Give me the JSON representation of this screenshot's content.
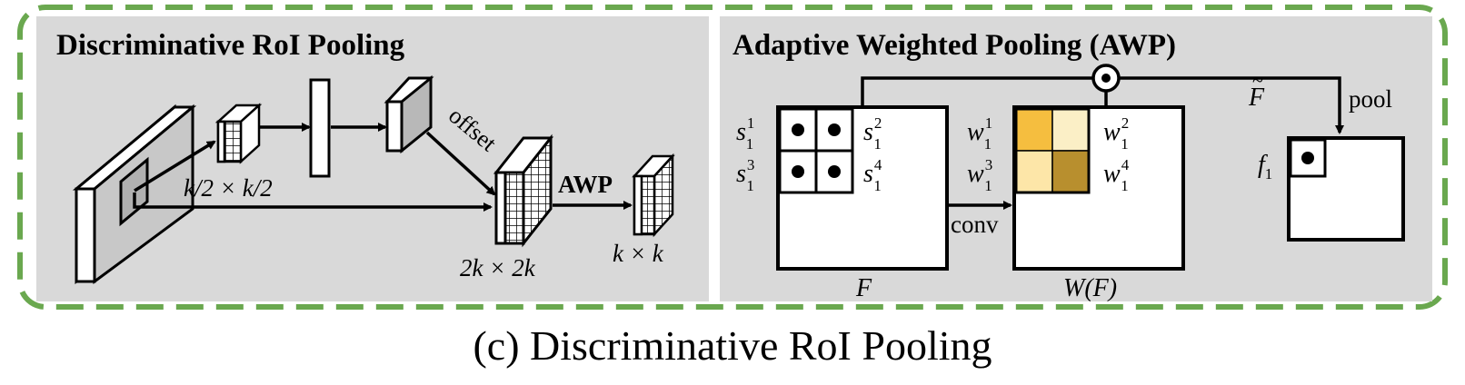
{
  "caption": "(c) Discriminative RoI Pooling",
  "left_panel": {
    "title": "Discriminative RoI Pooling",
    "label_small": "k/2 × k/2",
    "label_offset": "offset",
    "label_mid": "2k × 2k",
    "label_awp": "AWP",
    "label_out": "k × k"
  },
  "right_panel": {
    "title": "Adaptive Weighted Pooling (AWP)",
    "s_labels": [
      {
        "base": "s",
        "sub": "1",
        "sup": "1"
      },
      {
        "base": "s",
        "sub": "1",
        "sup": "2"
      },
      {
        "base": "s",
        "sub": "1",
        "sup": "3"
      },
      {
        "base": "s",
        "sub": "1",
        "sup": "4"
      }
    ],
    "w_labels": [
      {
        "base": "w",
        "sub": "1",
        "sup": "1"
      },
      {
        "base": "w",
        "sub": "1",
        "sup": "2"
      },
      {
        "base": "w",
        "sub": "1",
        "sup": "3"
      },
      {
        "base": "w",
        "sub": "1",
        "sup": "4"
      }
    ],
    "label_conv": "conv",
    "label_F": "F",
    "label_WF": "W(F)",
    "label_Ftilde": "F",
    "label_tilde": "~",
    "label_pool": "pool",
    "label_f": "f",
    "label_f_sub": "1",
    "weight_colors": [
      "#f5be3f",
      "#fbefc6",
      "#fde6a8",
      "#b88f2e"
    ]
  },
  "colors": {
    "panel_bg": "#d9d9d9",
    "dash_border": "#6aa84f"
  }
}
